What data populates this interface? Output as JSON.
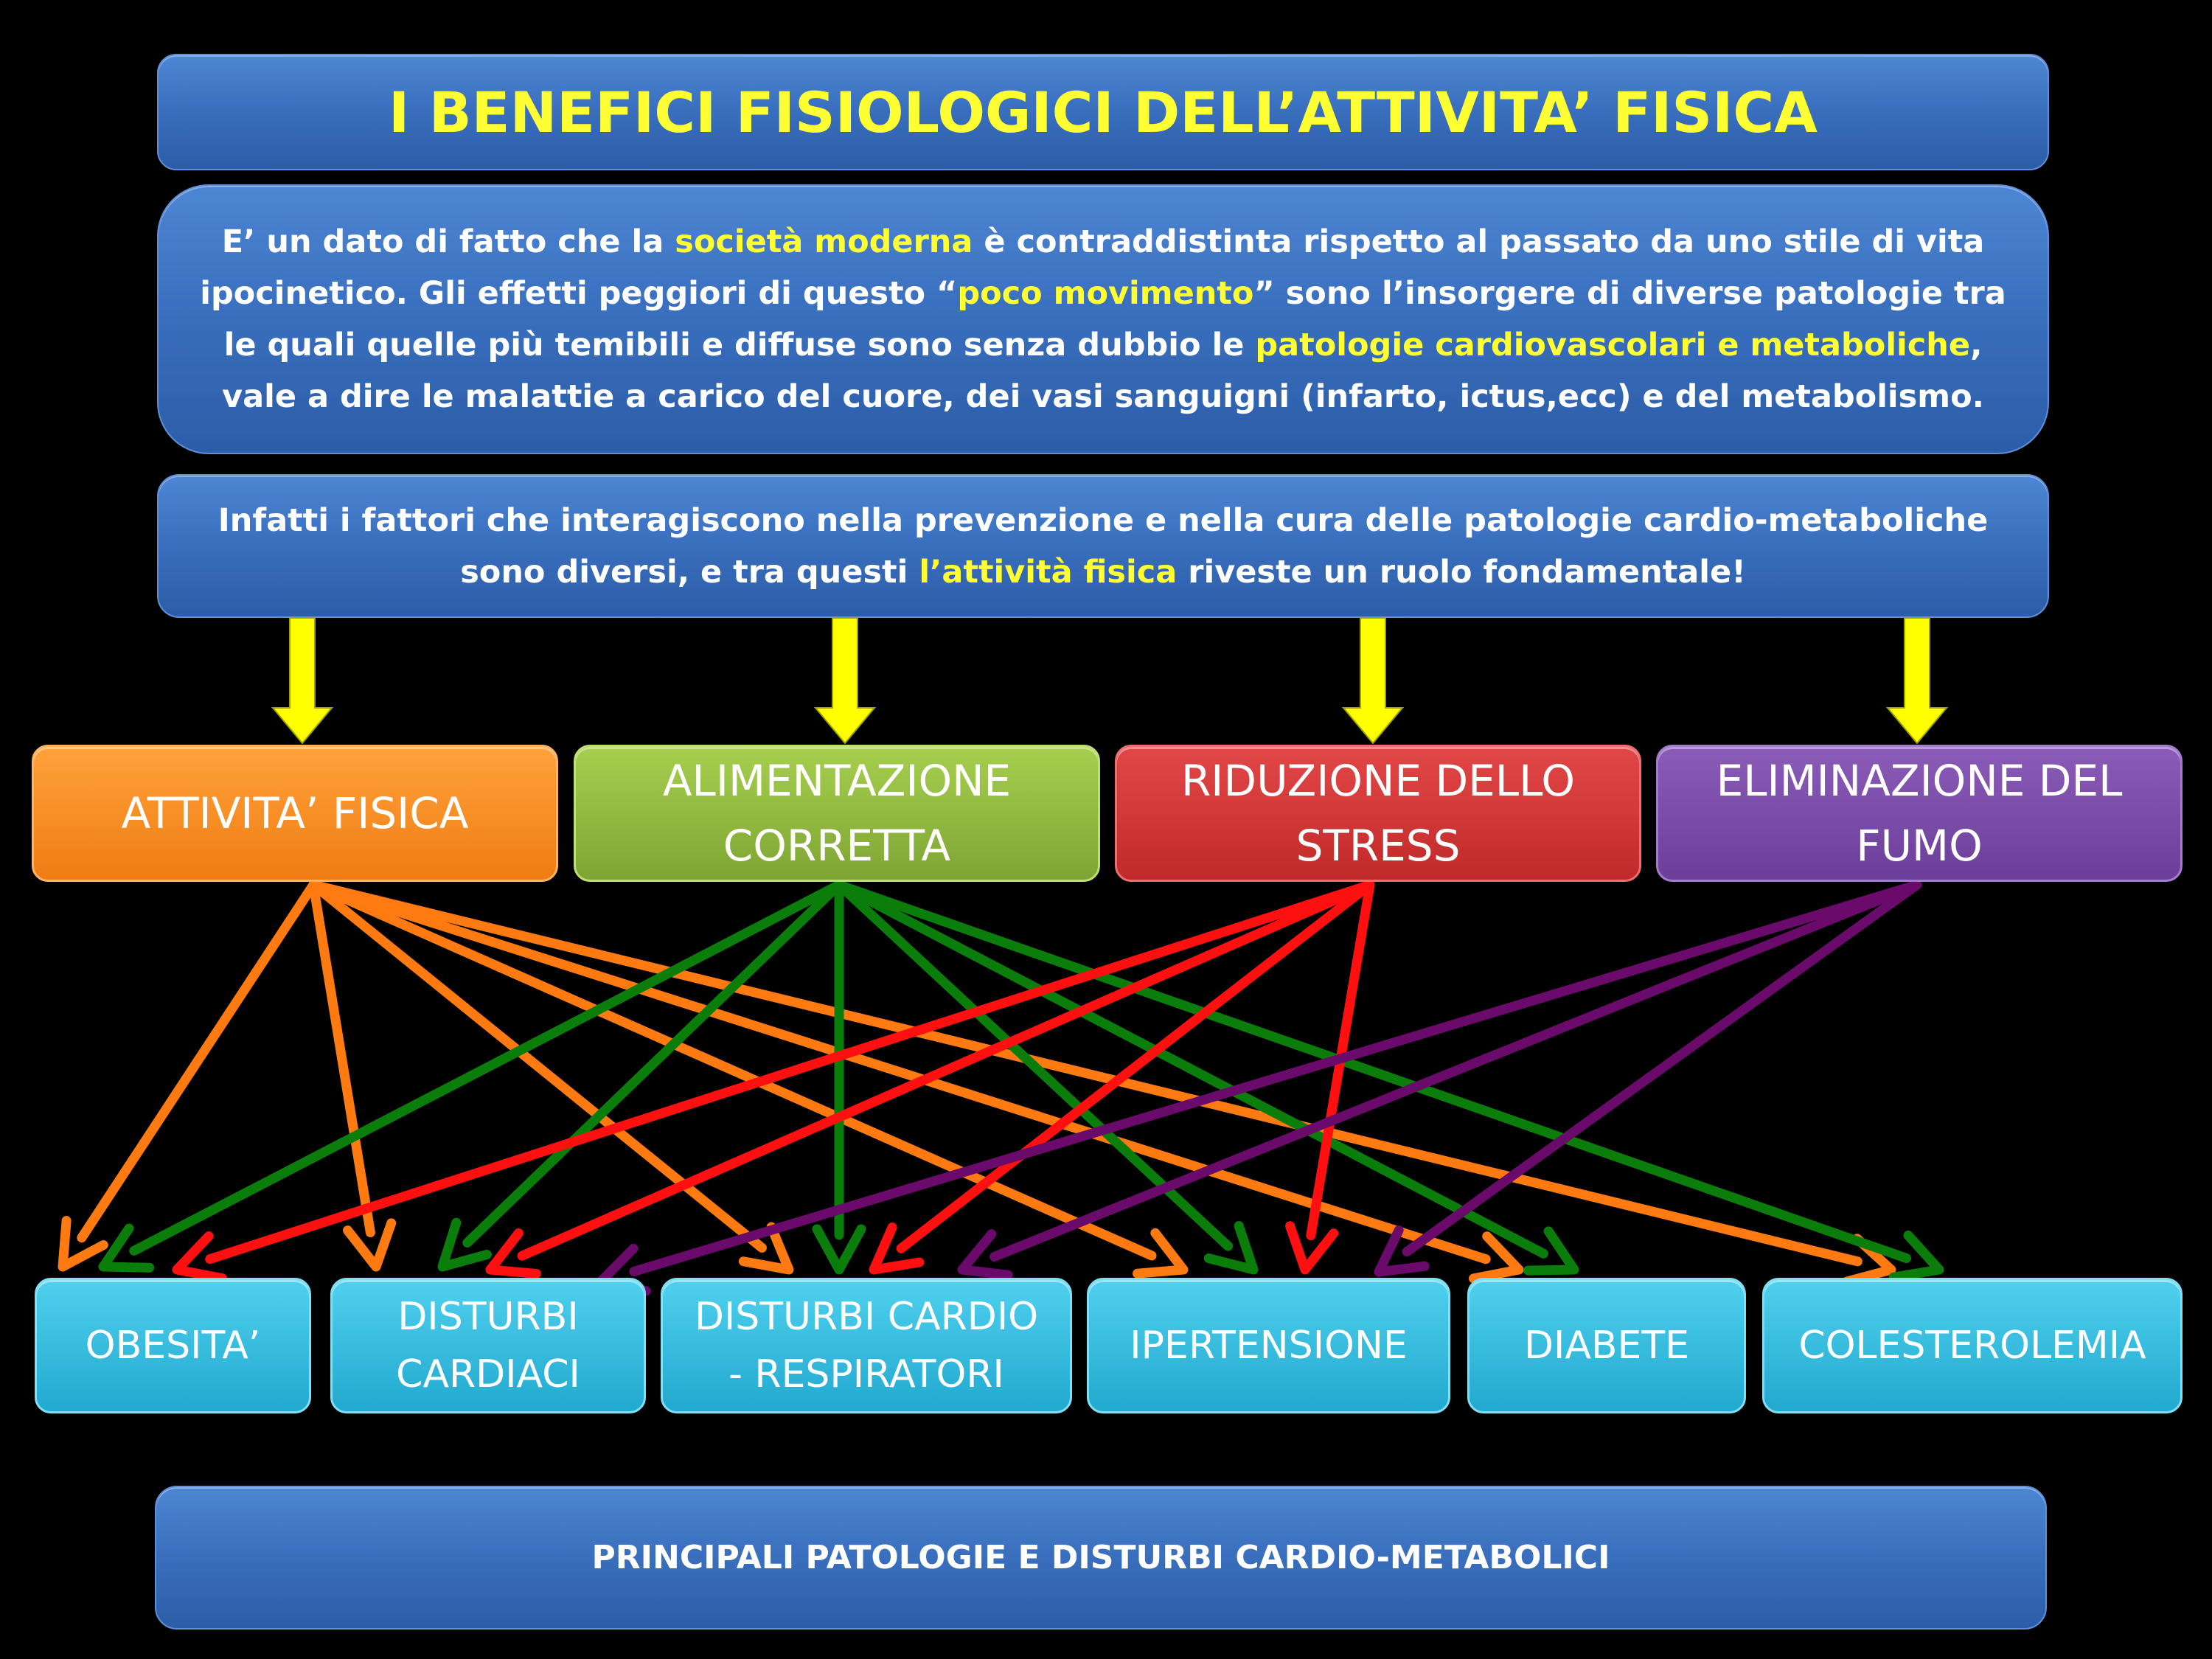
{
  "title": "I BENEFICI FISIOLOGICI DELL’ATTIVITA’ FISICA",
  "intro": {
    "t1": "E’ un dato di fatto che la ",
    "h1": "società moderna",
    "t2": " è contraddistinta rispetto al passato da uno stile di vita ipocinetico. Gli effetti peggiori di questo “",
    "h2": "poco movimento",
    "t3": "” sono l’insorgere di diverse patologie tra le quali quelle più temibili e diffuse sono senza dubbio le ",
    "h3": "patologie cardiovascolari e metaboliche",
    "t4": ", vale a dire le malattie a carico del cuore, dei vasi sanguigni (infarto, ictus,ecc) e del metabolismo."
  },
  "premise": {
    "t1": "Infatti i fattori che interagiscono nella prevenzione e nella cura delle patologie cardio-metaboliche sono diversi, e tra questi ",
    "h1": "l’attività fisica",
    "t2": " riveste un ruolo fondamentale!"
  },
  "factors": [
    {
      "id": "attivita",
      "label": "ATTIVITA’ FISICA",
      "color": "#f07c14",
      "arrow": "#ff7a10"
    },
    {
      "id": "alimentazione",
      "label": "ALIMENTAZIONE\nCORRETTA",
      "color": "#8cb83c",
      "arrow": "#0b7d0b"
    },
    {
      "id": "stress",
      "label": "RIDUZIONE DELLO\nSTRESS",
      "color": "#d03535",
      "arrow": "#ff1010"
    },
    {
      "id": "fumo",
      "label": "ELIMINAZIONE DEL\nFUMO",
      "color": "#7a4aa8",
      "arrow": "#6a0a6a"
    }
  ],
  "diseases": [
    {
      "id": "obesita",
      "label": "OBESITA’"
    },
    {
      "id": "cardiaci",
      "label": "DISTURBI\nCARDIACI"
    },
    {
      "id": "cardiorespiratori",
      "label": "DISTURBI CARDIO\n- RESPIRATORI"
    },
    {
      "id": "ipertensione",
      "label": "IPERTENSIONE"
    },
    {
      "id": "diabete",
      "label": "DIABETE"
    },
    {
      "id": "colesterolemia",
      "label": "COLESTEROLEMIA"
    }
  ],
  "links": [
    {
      "from": "attivita",
      "to": [
        "obesita",
        "cardiaci",
        "cardiorespiratori",
        "ipertensione",
        "diabete",
        "colesterolemia"
      ]
    },
    {
      "from": "alimentazione",
      "to": [
        "obesita",
        "cardiaci",
        "cardiorespiratori",
        "ipertensione",
        "diabete",
        "colesterolemia"
      ]
    },
    {
      "from": "stress",
      "to": [
        "obesita",
        "cardiaci",
        "cardiorespiratori",
        "ipertensione"
      ]
    },
    {
      "from": "fumo",
      "to": [
        "cardiaci",
        "cardiorespiratori",
        "ipertensione"
      ]
    }
  ],
  "footer": "PRINCIPALI PATOLOGIE E DISTURBI CARDIO-METABOLICI",
  "colors": {
    "highlight": "#ffff33",
    "panel": "#3a70bf",
    "down_arrow": "#ffff00"
  }
}
